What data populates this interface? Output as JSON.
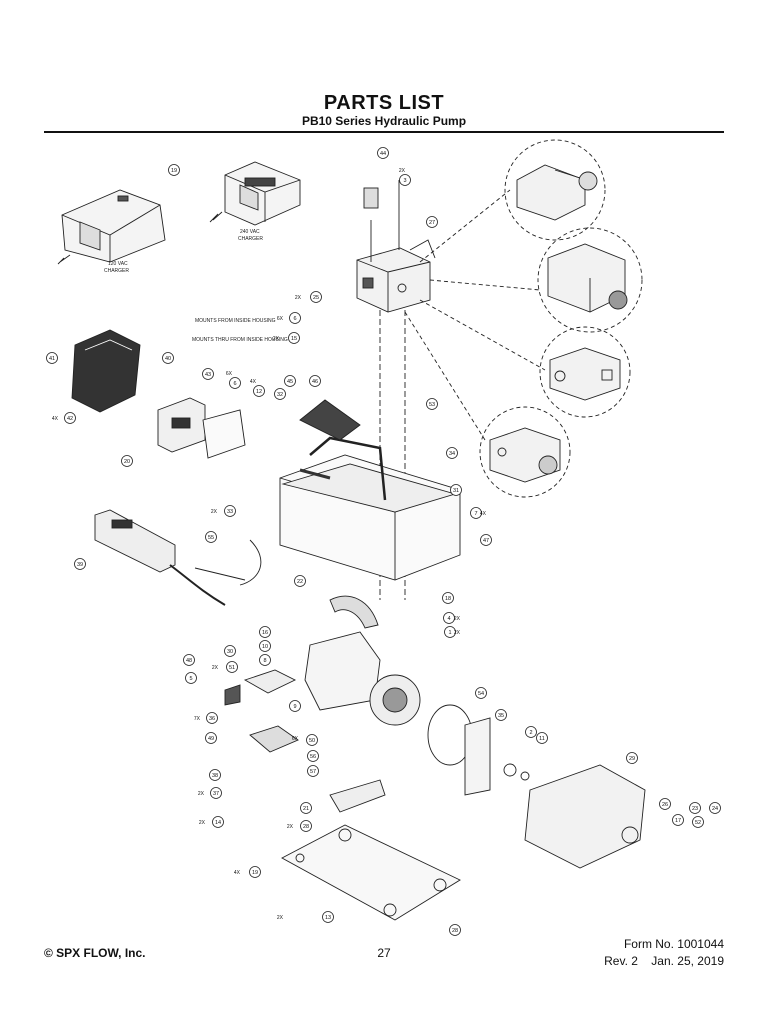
{
  "header": {
    "title": "PARTS LIST",
    "subtitle": "PB10 Series Hydraulic Pump"
  },
  "diagram": {
    "notes": {
      "mounts_inside": "MOUNTS FROM INSIDE HOUSING",
      "mounts_thru": "MOUNTS THRU FROM INSIDE HOUSING",
      "charger_120": "120 VAC",
      "charger_120b": "CHARGER",
      "charger_240": "240 VAC",
      "charger_240b": "CHARGER"
    },
    "callouts": [
      {
        "id": "c44",
        "label": "44"
      },
      {
        "id": "c3",
        "label": "3"
      },
      {
        "id": "c27",
        "label": "27"
      },
      {
        "id": "c19",
        "label": "19"
      },
      {
        "id": "c25",
        "label": "25"
      },
      {
        "id": "c6",
        "label": "6"
      },
      {
        "id": "c15",
        "label": "15"
      },
      {
        "id": "c41",
        "label": "41"
      },
      {
        "id": "c40",
        "label": "40"
      },
      {
        "id": "c43",
        "label": "43"
      },
      {
        "id": "c6b",
        "label": "6"
      },
      {
        "id": "c12",
        "label": "12"
      },
      {
        "id": "c45",
        "label": "45"
      },
      {
        "id": "c32",
        "label": "32"
      },
      {
        "id": "c46",
        "label": "46"
      },
      {
        "id": "c42",
        "label": "42"
      },
      {
        "id": "c53",
        "label": "53"
      },
      {
        "id": "c34",
        "label": "34"
      },
      {
        "id": "c20",
        "label": "20"
      },
      {
        "id": "c31",
        "label": "31"
      },
      {
        "id": "c7",
        "label": "7"
      },
      {
        "id": "c33",
        "label": "33"
      },
      {
        "id": "c55",
        "label": "55"
      },
      {
        "id": "c47",
        "label": "47"
      },
      {
        "id": "c39",
        "label": "39"
      },
      {
        "id": "c22",
        "label": "22"
      },
      {
        "id": "c18",
        "label": "18"
      },
      {
        "id": "c4",
        "label": "4"
      },
      {
        "id": "c1",
        "label": "1"
      },
      {
        "id": "c16",
        "label": "16"
      },
      {
        "id": "c10",
        "label": "10"
      },
      {
        "id": "c8",
        "label": "8"
      },
      {
        "id": "c30",
        "label": "30"
      },
      {
        "id": "c48",
        "label": "48"
      },
      {
        "id": "c51",
        "label": "51"
      },
      {
        "id": "c5",
        "label": "5"
      },
      {
        "id": "c9",
        "label": "9"
      },
      {
        "id": "c54",
        "label": "54"
      },
      {
        "id": "c35",
        "label": "35"
      },
      {
        "id": "c2",
        "label": "2"
      },
      {
        "id": "c11",
        "label": "11"
      },
      {
        "id": "c29",
        "label": "29"
      },
      {
        "id": "c36",
        "label": "36"
      },
      {
        "id": "c49",
        "label": "49"
      },
      {
        "id": "c50",
        "label": "50"
      },
      {
        "id": "c56",
        "label": "56"
      },
      {
        "id": "c57",
        "label": "57"
      },
      {
        "id": "c38",
        "label": "38"
      },
      {
        "id": "c37",
        "label": "37"
      },
      {
        "id": "c14",
        "label": "14"
      },
      {
        "id": "c21",
        "label": "21"
      },
      {
        "id": "c28b",
        "label": "28"
      },
      {
        "id": "c26",
        "label": "26"
      },
      {
        "id": "c17",
        "label": "17"
      },
      {
        "id": "c23",
        "label": "23"
      },
      {
        "id": "c24",
        "label": "24"
      },
      {
        "id": "c52",
        "label": "52"
      },
      {
        "id": "c19b",
        "label": "19"
      },
      {
        "id": "c13",
        "label": "13"
      },
      {
        "id": "c28",
        "label": "28"
      }
    ],
    "quantities": [
      "2X",
      "2X",
      "6X",
      "2X",
      "6X",
      "4X",
      "4X",
      "2X",
      "4X",
      "2X",
      "2X",
      "2X",
      "7X",
      "6X",
      "2X",
      "2X",
      "2X",
      "4X",
      "2X"
    ]
  },
  "footer": {
    "copyright": "© SPX FLOW, Inc.",
    "page_number": "27",
    "form_number": "Form No. 1001044",
    "revision": "Rev. 2    Jan. 25, 2019"
  }
}
